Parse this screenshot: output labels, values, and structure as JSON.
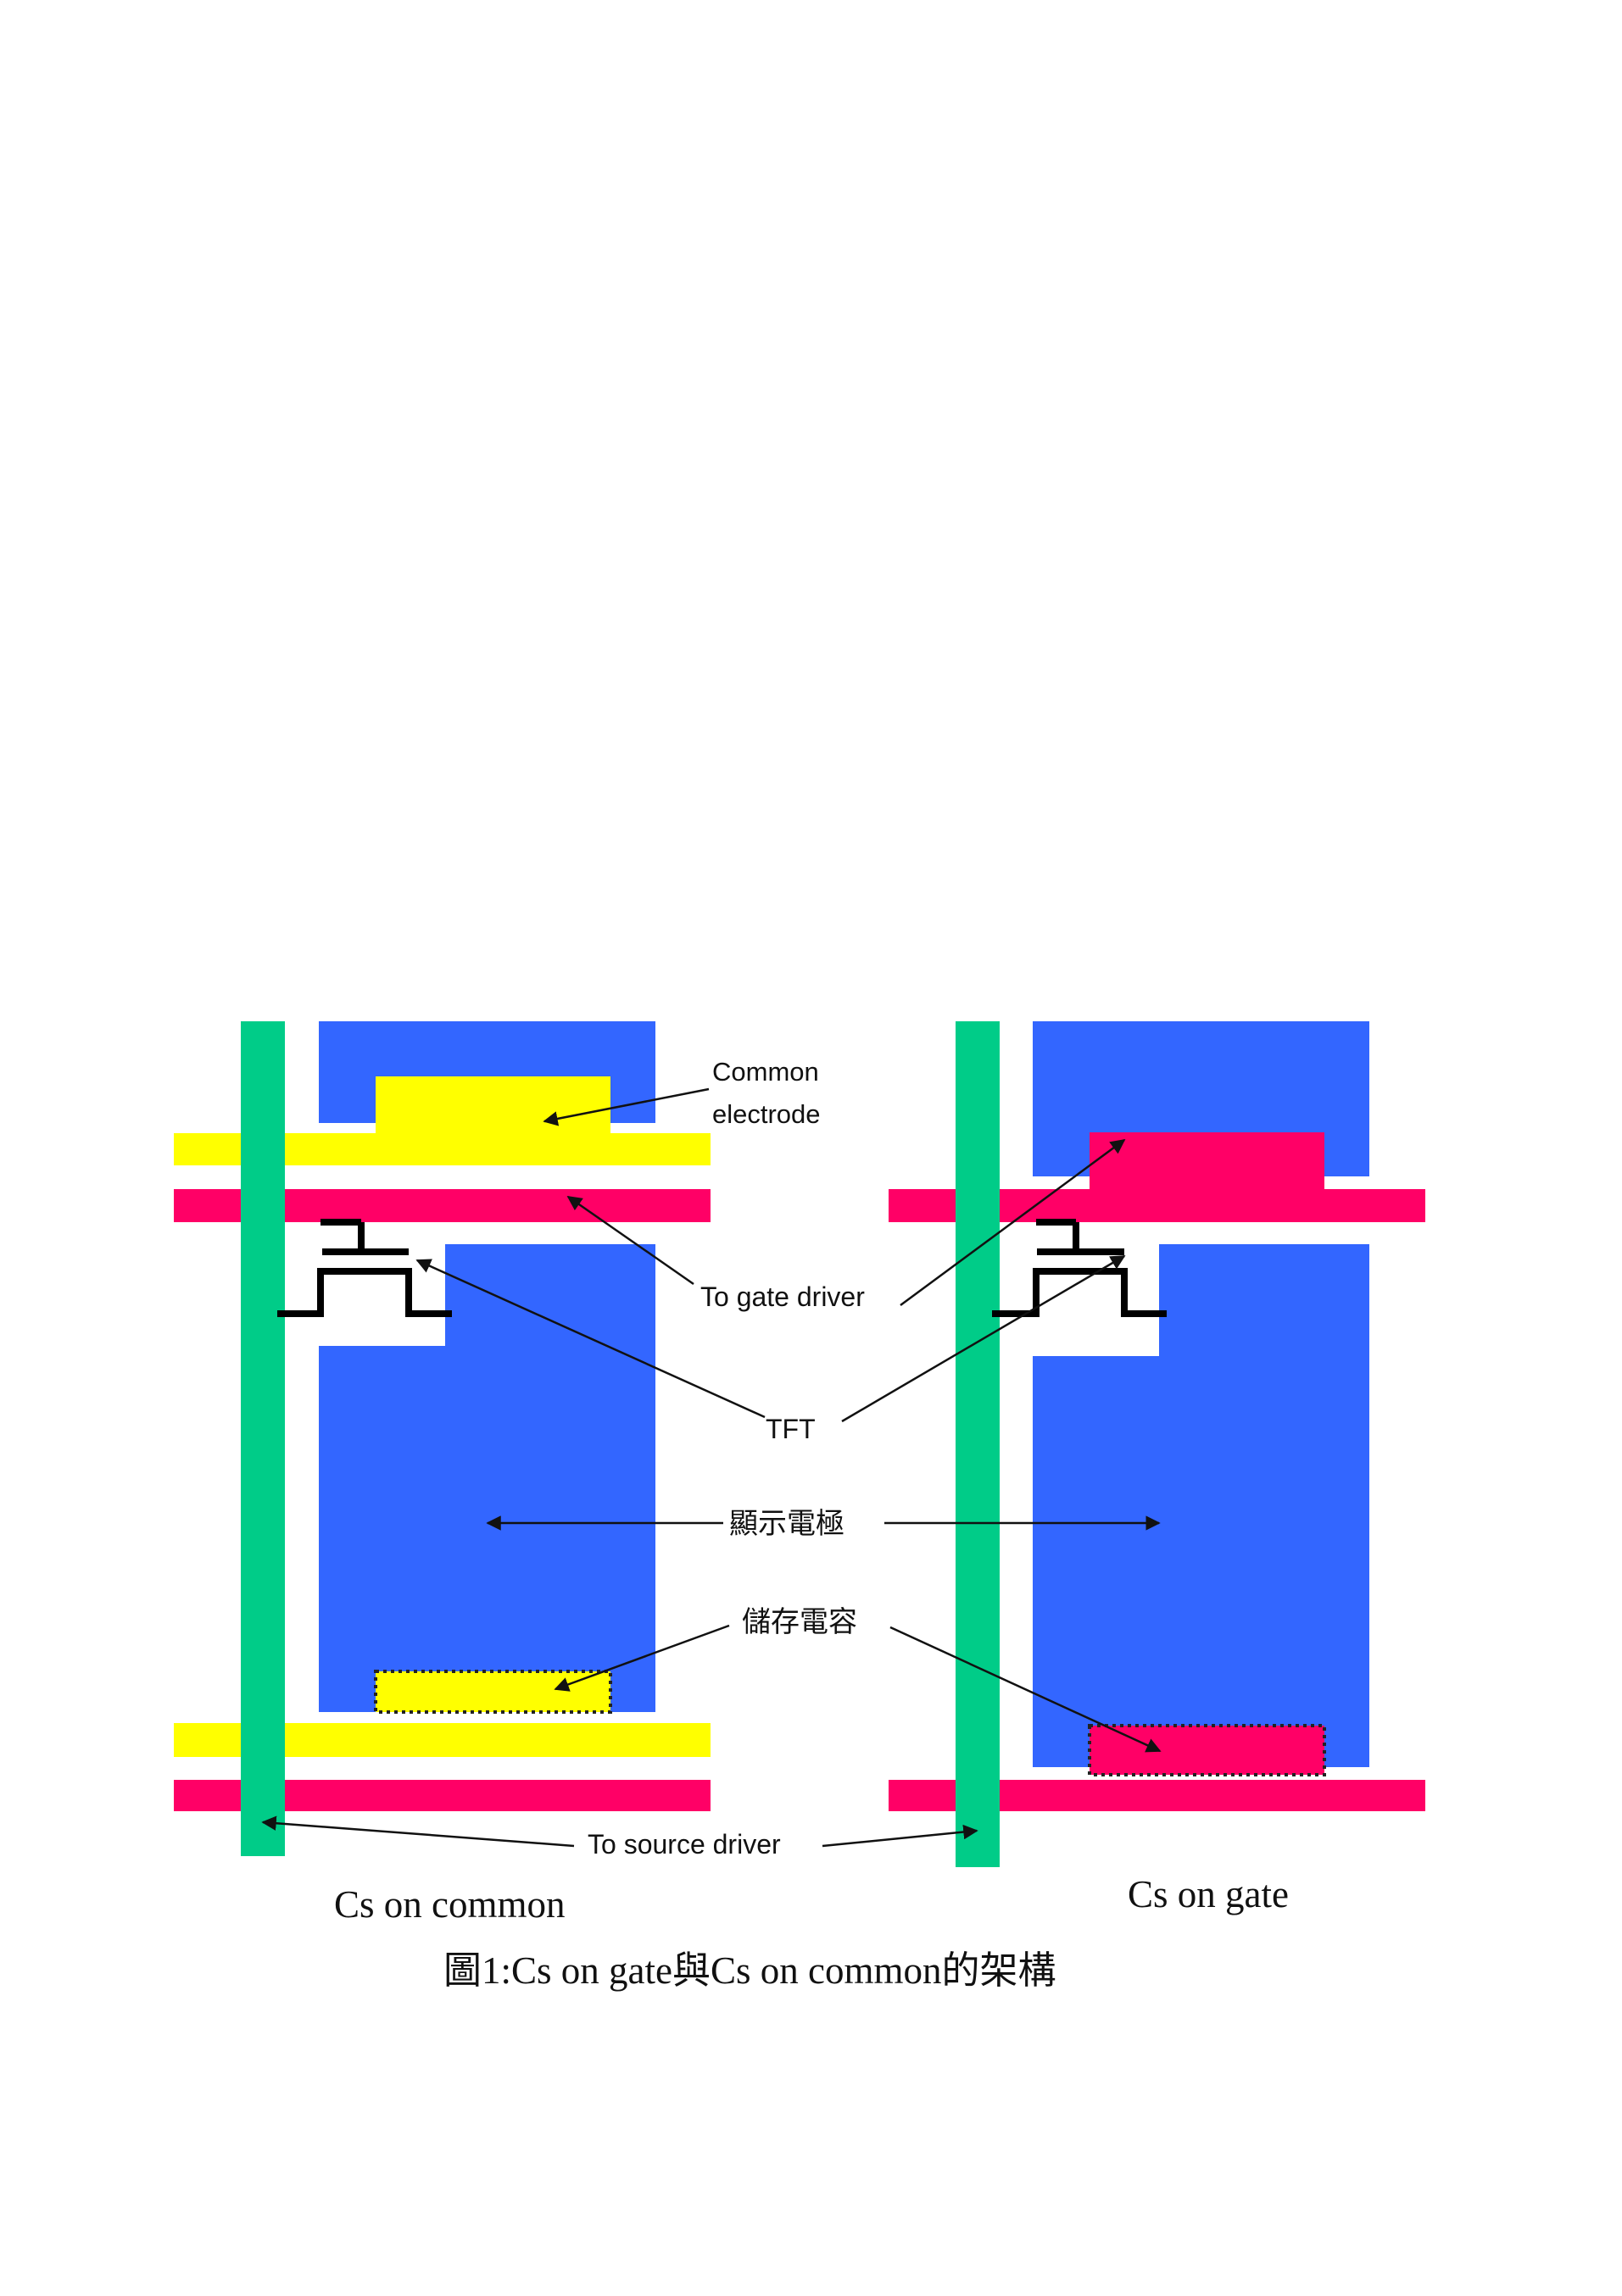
{
  "labels": {
    "common_electrode_line1": "Common",
    "common_electrode_line2": "electrode",
    "to_gate_driver": "To gate driver",
    "tft": "TFT",
    "pixel_electrode": "顯示電極",
    "storage_capacitor": "儲存電容",
    "to_source_driver": "To source driver"
  },
  "captions": {
    "left_panel": "Cs on common",
    "right_panel": "Cs on gate",
    "figure": "圖1:Cs on gate與Cs on common的架構"
  },
  "colors": {
    "source_line": "#00cc88",
    "pixel_electrode": "#3366ff",
    "common_line": "#ffff00",
    "gate_line": "#ff0066",
    "tft_symbol": "#000000"
  }
}
